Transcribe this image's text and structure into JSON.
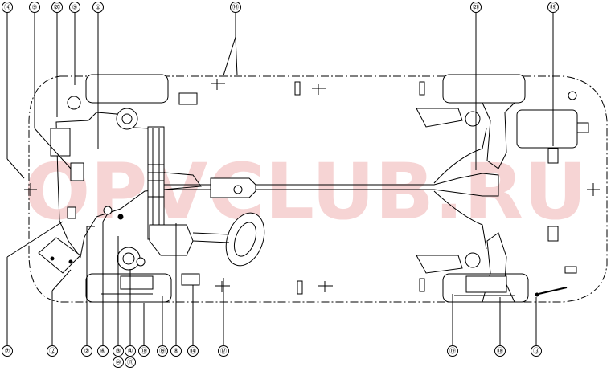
{
  "watermark": "OPVCLUB.RU",
  "callouts_top": [
    "⑭",
    "⑨",
    "⑳",
    "⑤",
    "①",
    "⑯",
    "㉑",
    "⑮"
  ],
  "callouts_bottom": [
    "⑦",
    "⑫",
    "②",
    "⑥",
    "③",
    "⑩",
    "④",
    "⑪",
    "⑱",
    "⑲",
    "⑧",
    "⑭",
    "⑰",
    "⑲",
    "⑱",
    "⑬"
  ],
  "colors": {
    "watermark": "#f6d4d4",
    "lines": "#000000"
  }
}
